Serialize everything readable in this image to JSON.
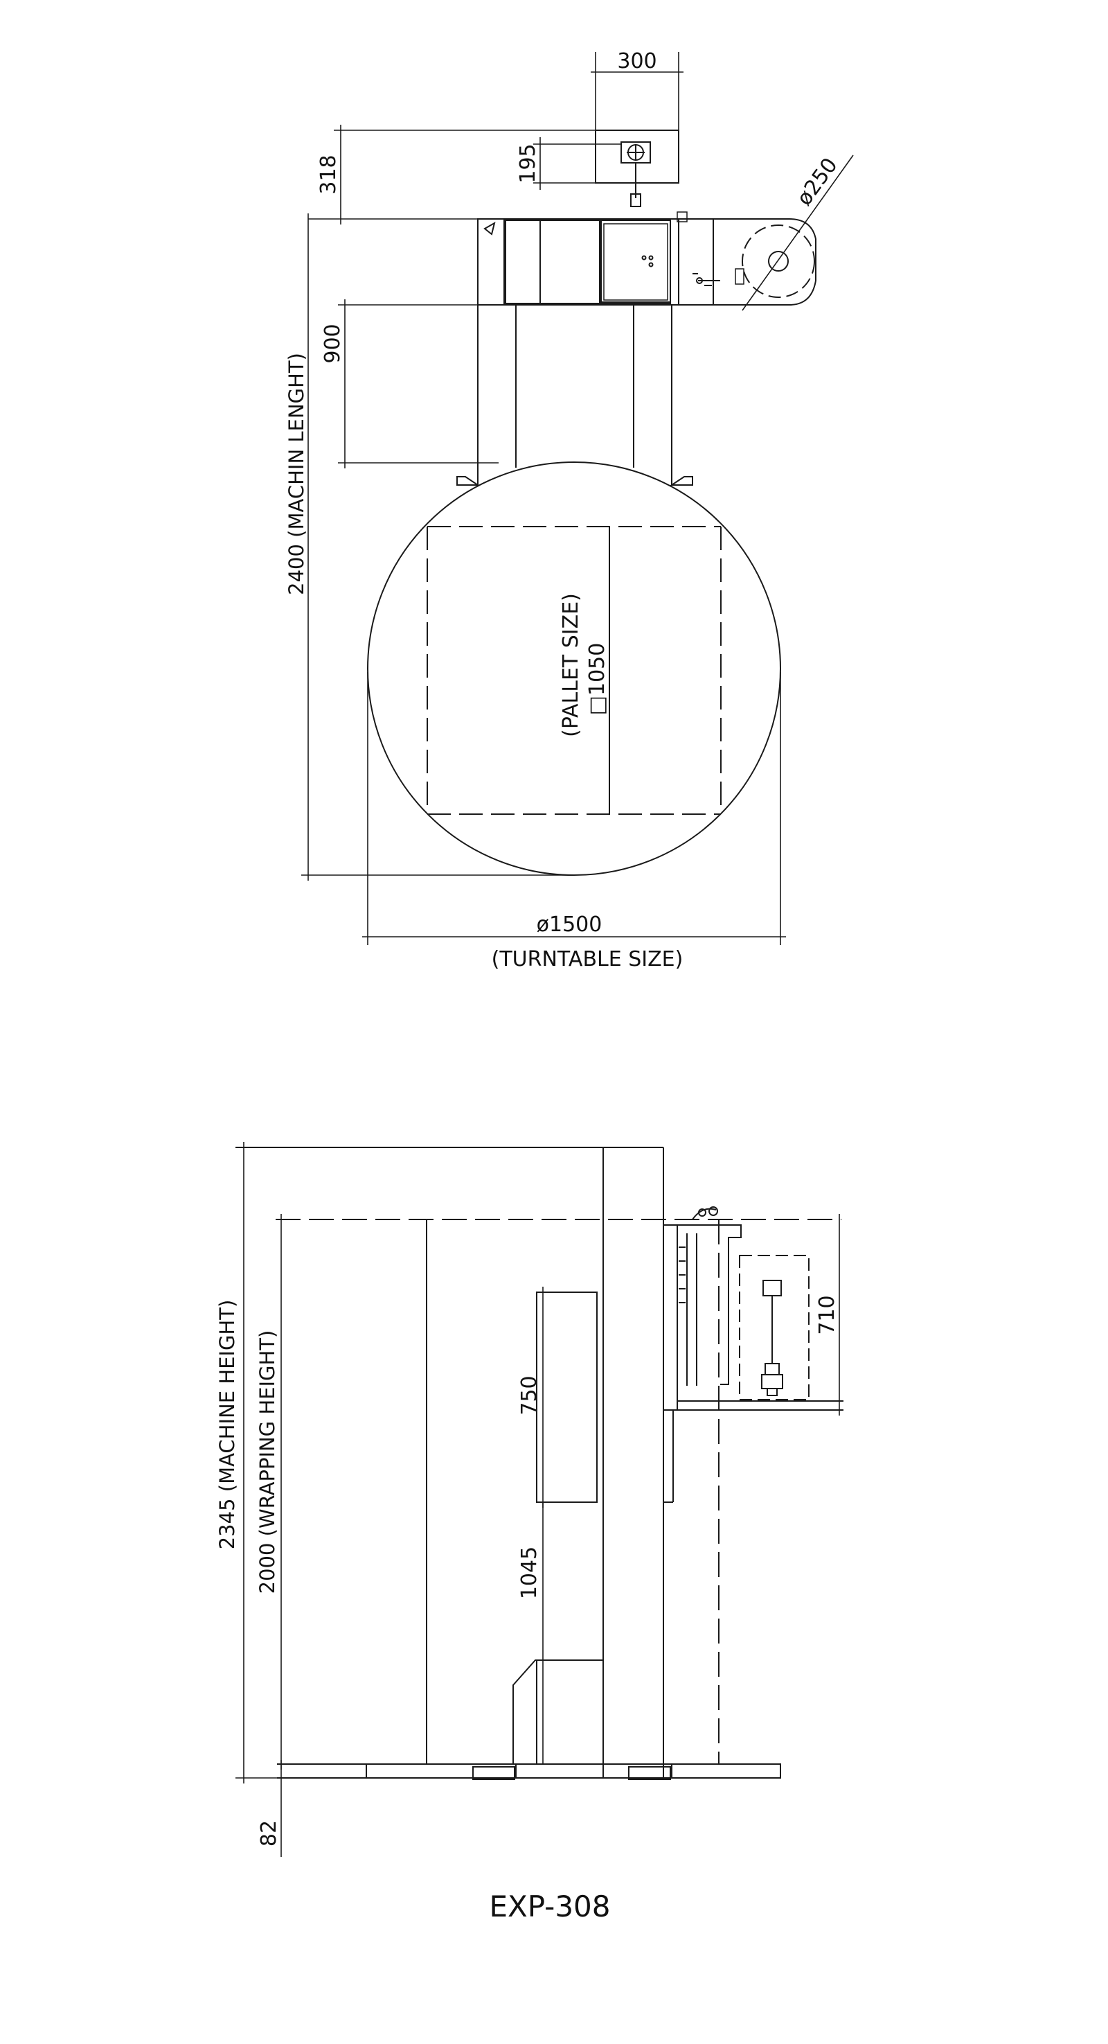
{
  "colors": {
    "ink": "#1a1a1a",
    "background": "#ffffff"
  },
  "top_view": {
    "dims": {
      "dispenser_width": "300",
      "top_offset": "318",
      "reel_offset": "195",
      "reel_diameter": "ø250",
      "column_length": "900",
      "machine_length": "2400 (MACHIN LENGHT)",
      "pallet_size": "(PALLET SIZE)",
      "pallet_dim": "□1050",
      "turntable_diameter": "ø1500",
      "turntable_size": "(TURNTABLE SIZE)"
    }
  },
  "side_view": {
    "dims": {
      "machine_height": "2345 (MACHINE HEIGHT)",
      "wrapping_height": "2000 (WRAPPING HEIGHT)",
      "carriage_height": "750",
      "lower_height": "1045",
      "base_height": "82",
      "carriage_width": "710"
    }
  },
  "model_name": "EXP-308"
}
